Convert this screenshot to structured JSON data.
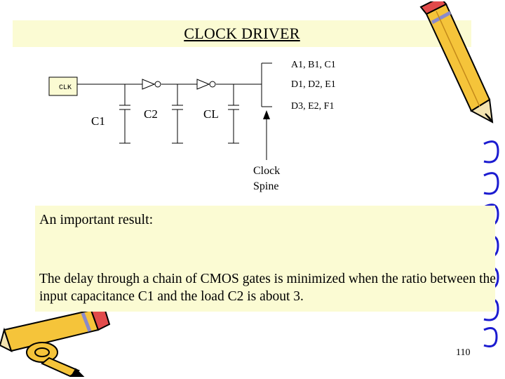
{
  "slide": {
    "title": "CLOCK  DRIVER",
    "page_number": "110"
  },
  "diagram": {
    "clk_label": "CLK",
    "cap_labels": [
      "C1",
      "C2",
      "CL"
    ],
    "output_labels": [
      "A1, B1, C1",
      "D1, D2, E1",
      "D3, E2, F1"
    ],
    "spine_label_line1": "Clock",
    "spine_label_line2": "Spine"
  },
  "result": {
    "heading": "An important result:",
    "text": "The delay through a chain of CMOS gates is minimized when the ratio between the input capacitance C1 and the load C2 is about 3."
  },
  "colors": {
    "highlight": "#fbfbd3",
    "pencil_body": "#f5c43a",
    "pencil_outline": "#000000",
    "pencil_eraser": "#e14b4b",
    "pencil_band": "#8a8acb"
  },
  "icons": [
    "pencil-icon",
    "pencil-icon",
    "notebook-spiral-icon"
  ]
}
